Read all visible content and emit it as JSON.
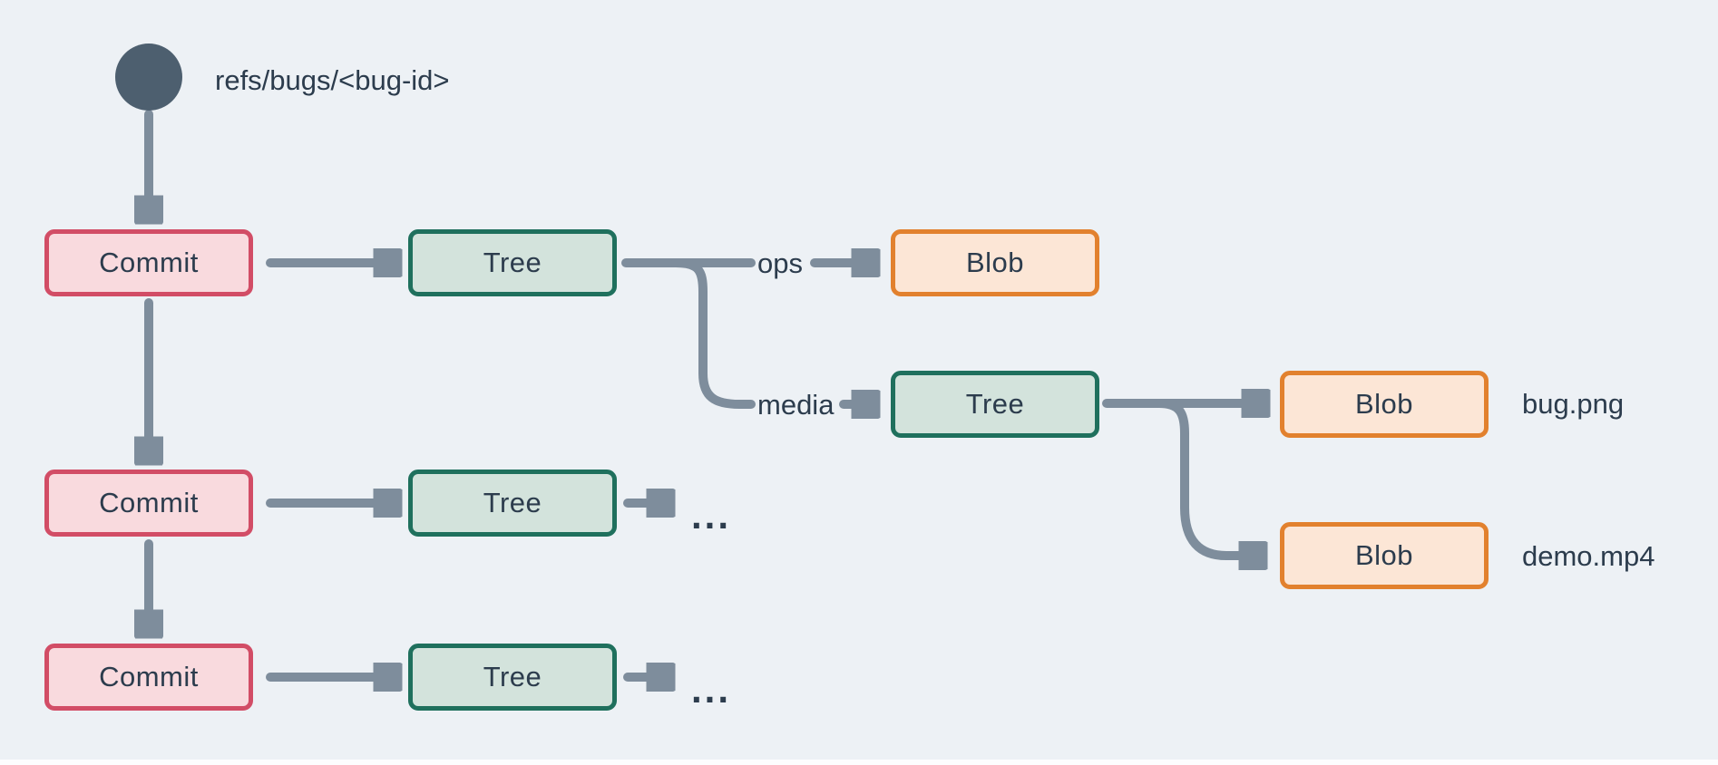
{
  "ref": {
    "label": "refs/bugs/<bug-id>"
  },
  "nodes": {
    "commit1": {
      "label": "Commit",
      "type": "commit"
    },
    "tree1": {
      "label": "Tree",
      "type": "tree"
    },
    "blob_ops": {
      "label": "Blob",
      "type": "blob"
    },
    "tree_media": {
      "label": "Tree",
      "type": "tree"
    },
    "blob_bug": {
      "label": "Blob",
      "type": "blob"
    },
    "blob_demo": {
      "label": "Blob",
      "type": "blob"
    },
    "commit2": {
      "label": "Commit",
      "type": "commit"
    },
    "tree_row2": {
      "label": "Tree",
      "type": "tree"
    },
    "commit3": {
      "label": "Commit",
      "type": "commit"
    },
    "tree_row3": {
      "label": "Tree",
      "type": "tree"
    }
  },
  "edge_labels": {
    "ops": "ops",
    "media": "media"
  },
  "file_labels": {
    "bug": "bug.png",
    "demo": "demo.mp4"
  },
  "more": {
    "row2": "...",
    "row3": "..."
  },
  "colors": {
    "background": "#edf1f5",
    "connector": "#7e8d9c",
    "text": "#2c3c4d",
    "commit_fill": "#f9dade",
    "commit_border": "#d24d66",
    "tree_fill": "#d3e3dc",
    "tree_border": "#1f705d",
    "blob_fill": "#fce6d6",
    "blob_border": "#e2812e",
    "ref_dot": "#4d5f6f",
    "page_edge": "#fdfdfe"
  }
}
